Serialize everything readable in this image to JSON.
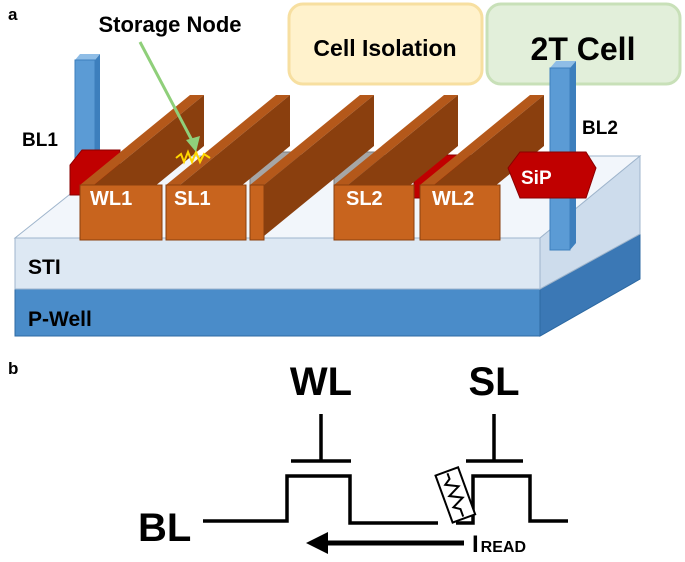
{
  "panel_a": {
    "panel_label": "a",
    "storage_node": "Storage Node",
    "cell_isolation": "Cell Isolation",
    "two_t_cell": "2T Cell",
    "bl1": "BL1",
    "bl2": "BL2",
    "wl1": "WL1",
    "sl1": "SL1",
    "sl2": "SL2",
    "wl2": "WL2",
    "sip": "SiP",
    "sti": "STI",
    "pwell": "P-Well"
  },
  "panel_b": {
    "panel_label": "b",
    "wl": "WL",
    "sl": "SL",
    "bl": "BL",
    "iread_main": "I",
    "iread_sub": "READ"
  },
  "colors": {
    "electrode": "#c8641e",
    "electrode_dark": "#8a3f0e",
    "electrode_top": "#b4581a",
    "sti": "#dde8f3",
    "pwell": "#4a8cc9",
    "pillar": "#5b9bd5",
    "sip": "#c00000",
    "cell_isolation_fill": "#fff2cc",
    "cell_isolation_stroke": "#f7dfa0",
    "two_t_fill": "#e2efda",
    "two_t_stroke": "#c8e0b8",
    "arrow": "#8fcf7a",
    "spacer": "#a6a6a6"
  }
}
